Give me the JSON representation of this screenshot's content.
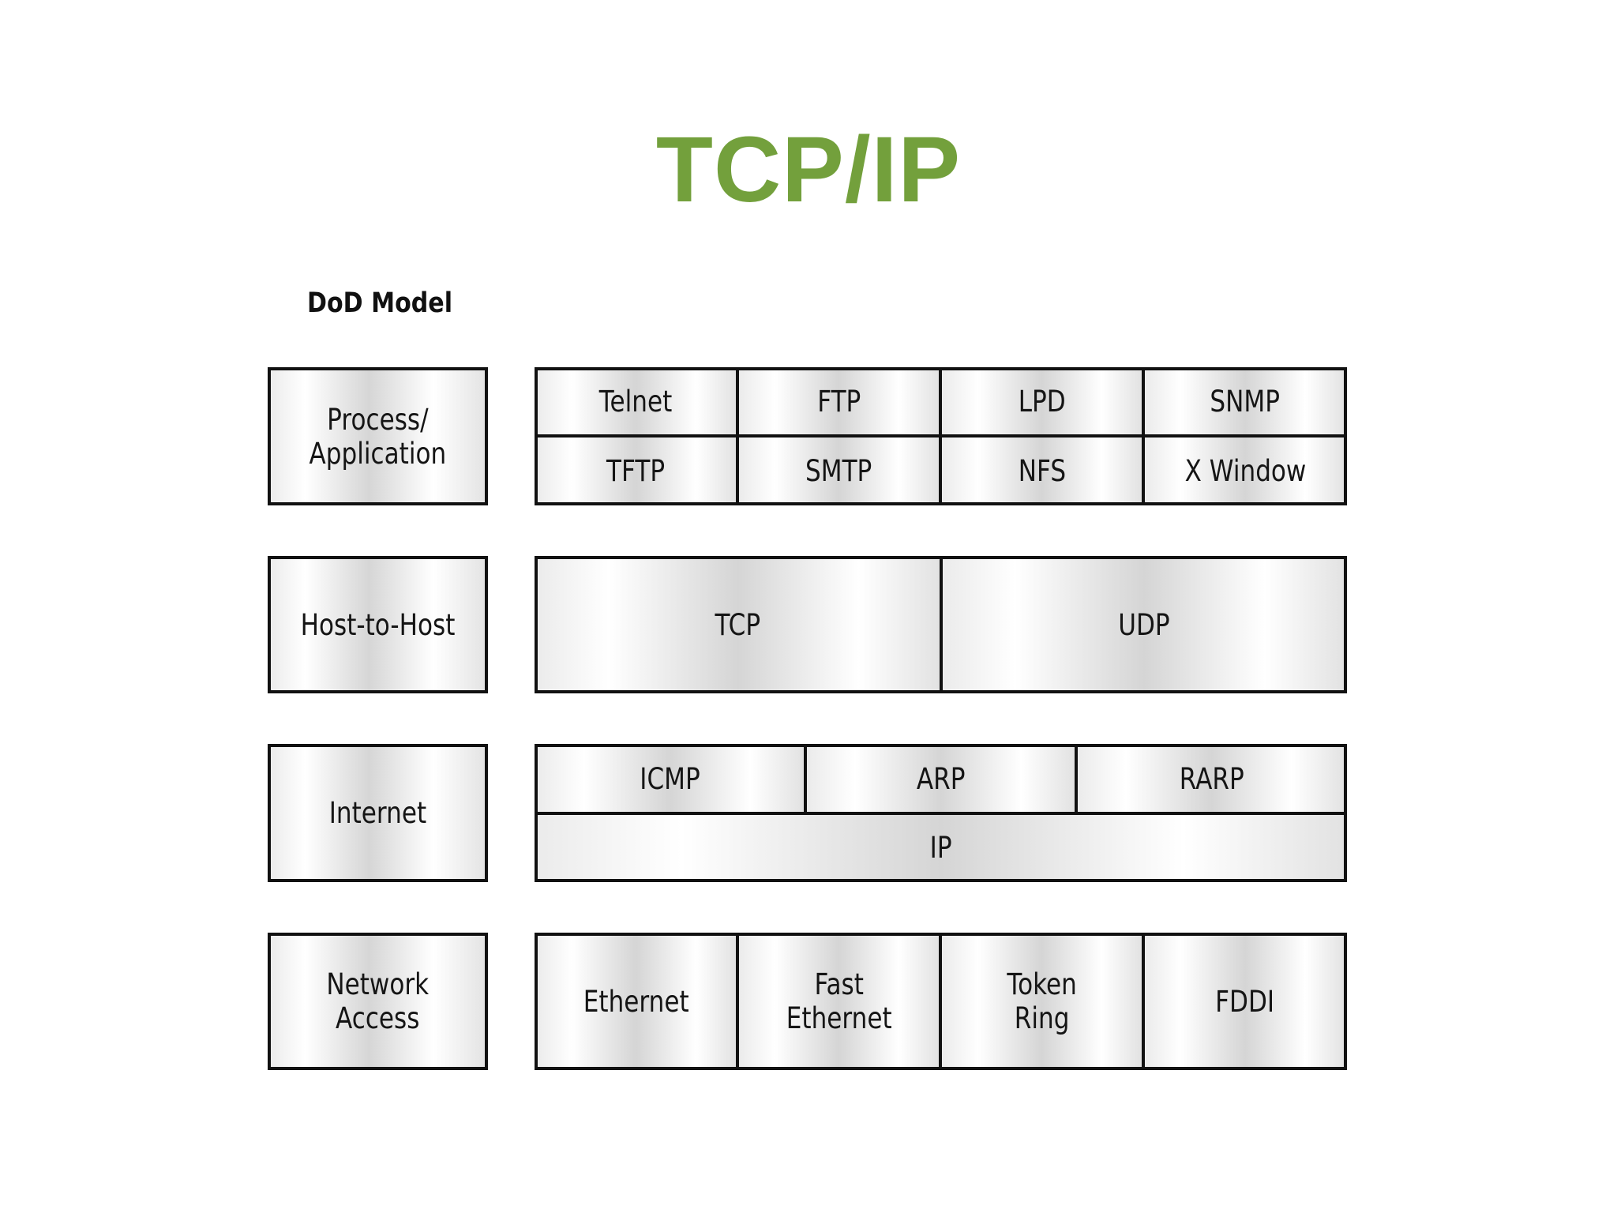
{
  "title": "TCP/IP",
  "title_color": "#73a03c",
  "model_label": "DoD Model",
  "layers": [
    {
      "label": "Process/\nApplication"
    },
    {
      "label": "Host-to-Host"
    },
    {
      "label": "Internet"
    },
    {
      "label": "Network\nAccess"
    }
  ],
  "protocols": {
    "process_application": {
      "row1": [
        "Telnet",
        "FTP",
        "LPD",
        "SNMP"
      ],
      "row2": [
        "TFTP",
        "SMTP",
        "NFS",
        "X Window"
      ]
    },
    "host_to_host": [
      "TCP",
      "UDP"
    ],
    "internet": {
      "row1": [
        "ICMP",
        "ARP",
        "RARP"
      ],
      "row2": [
        "IP"
      ]
    },
    "network_access": [
      "Ethernet",
      "Fast\nEthernet",
      "Token\nRing",
      "FDDI"
    ]
  }
}
